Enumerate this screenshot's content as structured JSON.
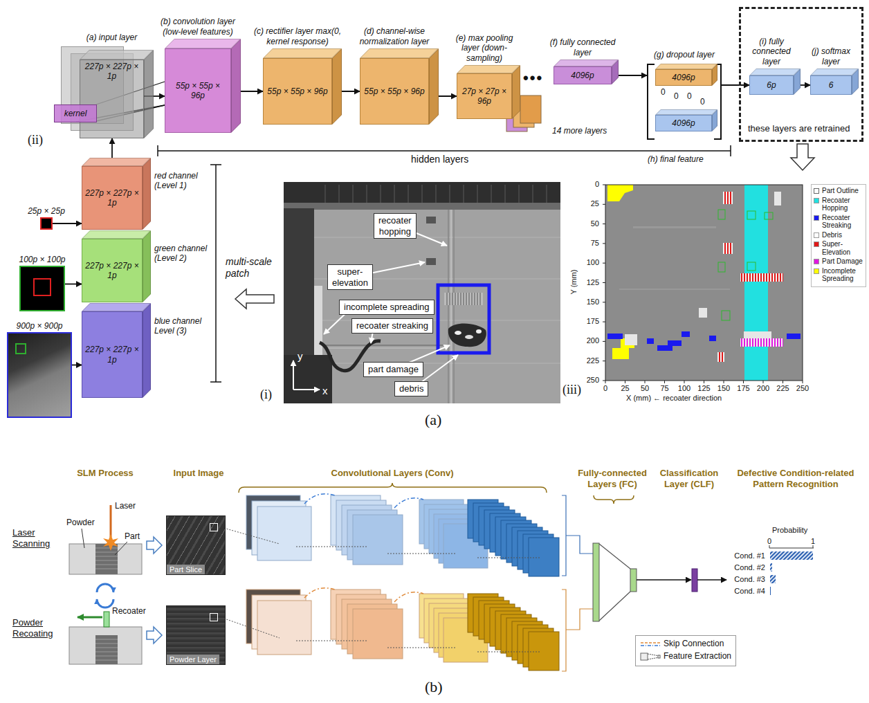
{
  "diagram": {
    "nodes": [
      {
        "text": [
          "(a) input layer",
          "227p × 227p × 1p"
        ]
      },
      {
        "text": [
          "kernel"
        ],
        "in": 0
      },
      {
        "text": [
          "(b) convolution layer (low-level features)",
          "55p × 55p × 96p"
        ]
      },
      {
        "text": [
          "(c) rectifier layer max(0, kernel response)",
          "55p × 55p × 96p"
        ]
      },
      {
        "text": [
          "(d) channel-wise normalization layer",
          "55p × 55p × 96p"
        ]
      },
      {
        "text": [
          "(e) max pooling layer (down-sampling)",
          "27p × 27p × 96p"
        ]
      },
      {
        "text": [
          "(f) fully connected layer",
          "4096p"
        ]
      },
      {
        "text": [
          "(g) dropout layer"
        ]
      },
      {
        "text": [
          "4096p"
        ],
        "in": 7
      },
      {
        "text": [
          "4096p"
        ],
        "in": 7
      },
      {
        "text": [
          "these layers are retrained"
        ]
      },
      {
        "text": [
          "(i) fully connected layer",
          "6p"
        ],
        "in": 10
      },
      {
        "text": [
          "(j) softmax layer",
          "6"
        ],
        "in": 10
      },
      {
        "text": [
          "227p × 227p × 1p",
          "red channel (Level 1)"
        ]
      },
      {
        "text": [
          "227p × 227p × 1p",
          "green channel (Level 2)"
        ]
      },
      {
        "text": [
          "227p × 227p × 1p",
          "blue channel Level (3)"
        ]
      },
      {
        "text": [
          "25p × 25p"
        ]
      },
      {
        "text": [
          "100p × 100p"
        ]
      },
      {
        "text": [
          "900p × 900p"
        ]
      },
      {
        "text": [
          "(i)"
        ]
      },
      {
        "text": [
          "recoater hopping"
        ],
        "in": 19
      },
      {
        "text": [
          "super-elevation"
        ],
        "in": 19
      },
      {
        "text": [
          "incomplete spreading"
        ],
        "in": 19
      },
      {
        "text": [
          "recoater streaking"
        ],
        "in": 19
      },
      {
        "text": [
          "part damage"
        ],
        "in": 19
      },
      {
        "text": [
          "debris"
        ],
        "in": 19
      },
      {
        "text": [
          "Part Slice"
        ]
      },
      {
        "text": [
          "Powder Layer"
        ]
      }
    ],
    "edges": [
      {
        "from": 0,
        "to": 2,
        "arrow": "to"
      },
      {
        "from": 2,
        "to": 3,
        "arrow": "to"
      },
      {
        "from": 3,
        "to": 4,
        "arrow": "to"
      },
      {
        "from": 4,
        "to": 5,
        "arrow": "to"
      },
      {
        "from": 6,
        "to": 7,
        "arrow": "to"
      },
      {
        "from": 7,
        "to": 11,
        "arrow": "to"
      },
      {
        "from": 11,
        "to": 12,
        "arrow": "to"
      },
      {
        "from": 13,
        "to": 0,
        "arrow": "to"
      },
      {
        "from": 16,
        "to": 13,
        "arrow": "to"
      },
      {
        "from": 17,
        "to": 14,
        "arrow": "to"
      },
      {
        "from": 18,
        "to": 15,
        "arrow": "to"
      }
    ],
    "labels": [
      "•••",
      "14 more layers",
      "hidden layers",
      "(h) final feature",
      "0",
      "0",
      "0",
      "0",
      "(ii)",
      "multi-scale patch",
      "y",
      "x",
      "0",
      "25",
      "50",
      "75",
      "100",
      "125",
      "150",
      "175",
      "200",
      "225",
      "250",
      "Y (mm)",
      "0",
      "25",
      "50",
      "75",
      "100",
      "125",
      "150",
      "175",
      "200",
      "225",
      "250",
      "X (mm) ← recoater direction",
      "(iii)",
      "(a)",
      "SLM Process",
      "Input Image",
      "Convolutional Layers (Conv)",
      "Fully-connected Layers (FC)",
      "Classification Layer (CLF)",
      "Defective Condition-related Pattern Recognition",
      "Laser Scanning",
      "Powder Recoating",
      "Laser",
      "Powder",
      "Part",
      "Recoater",
      "Probability",
      "0",
      "1",
      "Cond. #1",
      "Cond. #2",
      "Cond. #3",
      "Cond. #4",
      "(b)"
    ],
    "legend": [
      {
        "text": "Part Outline"
      },
      {
        "text": "Recoater Hopping",
        "color": "#22e0e0"
      },
      {
        "text": "Recoater Streaking",
        "color": "#1a1aee"
      },
      {
        "text": "Debris",
        "color": "#ffffff"
      },
      {
        "text": "Super-Elevation",
        "color": "#e01818"
      },
      {
        "text": "Part Damage",
        "color": "#e018e0"
      },
      {
        "text": "Incomplete Spreading",
        "color": "#ffff00"
      },
      {
        "text": "Skip Connection"
      },
      {
        "text": "Feature Extraction"
      }
    ]
  }
}
